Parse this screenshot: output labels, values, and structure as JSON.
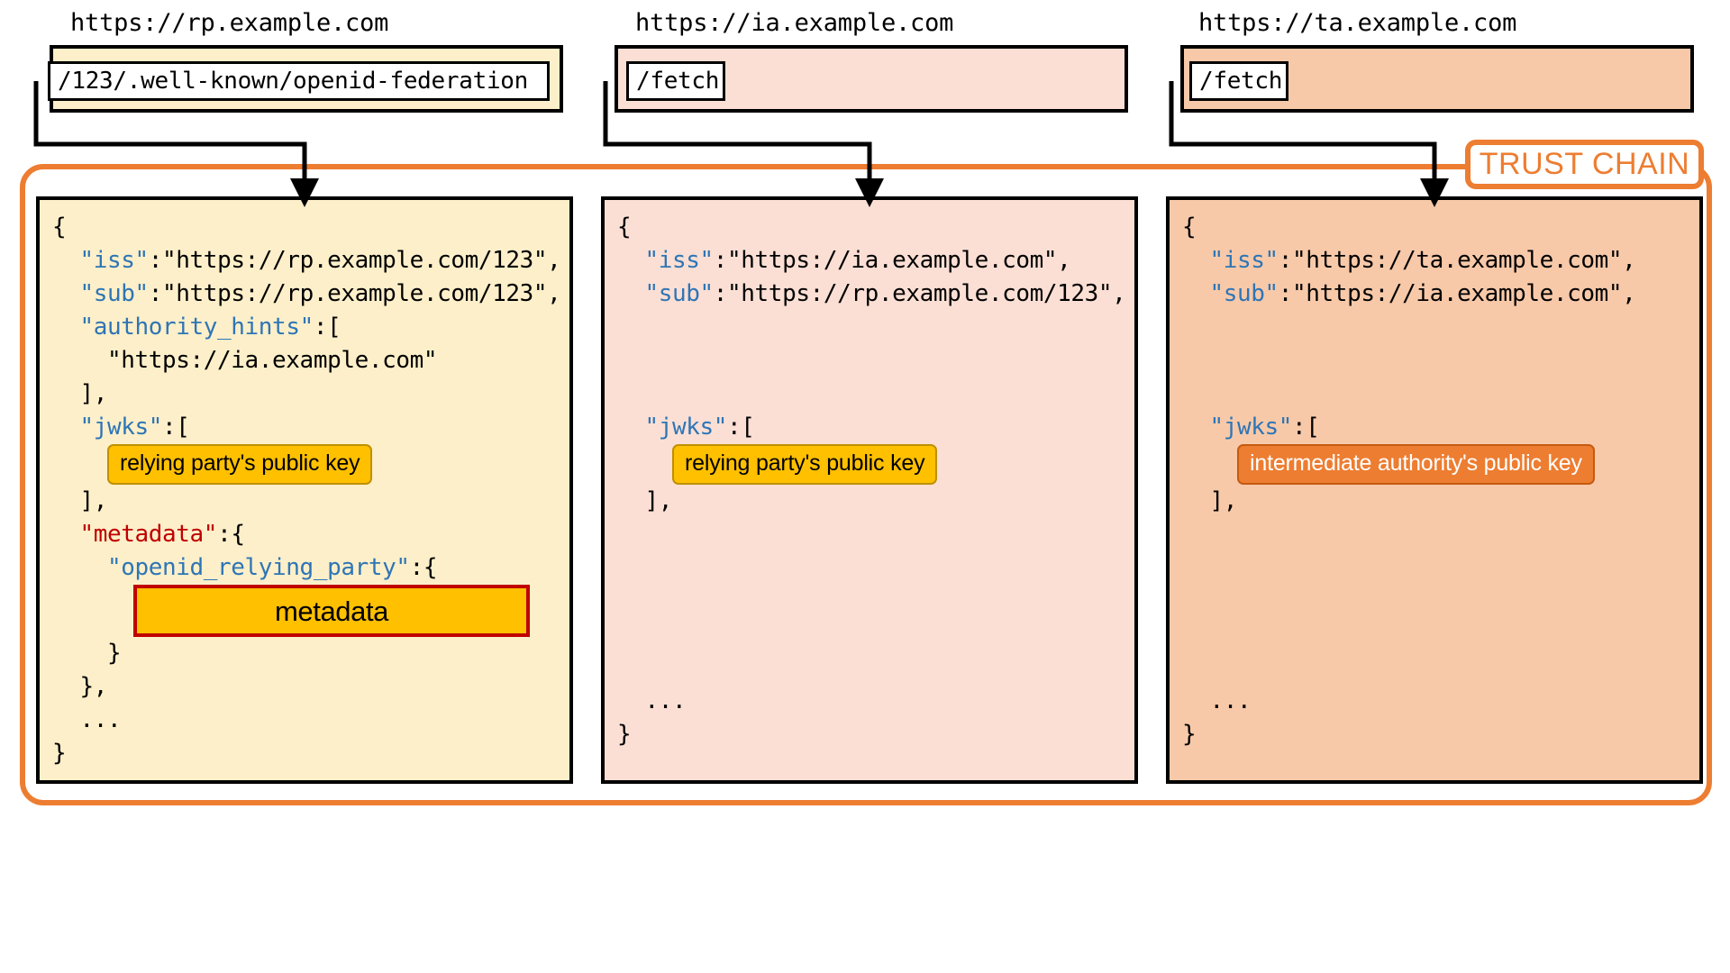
{
  "diagram": {
    "title_tag": "TRUST CHAIN",
    "colors": {
      "trust_chain_accent": "#ED7D31",
      "json_key_blue": "#2E75B6",
      "json_key_red": "#C00000",
      "box_yellow": "#FDEFC9",
      "box_pink": "#FBDFD4",
      "box_peach": "#F7C9A9",
      "pill_amber": "#FFC000",
      "pill_orange": "#ED7D31",
      "metadata_border": "#C00000"
    }
  },
  "columns": [
    {
      "domain": "https://rp.example.com",
      "endpoint": "/123/.well-known/openid-federation",
      "statement_lines": [
        {
          "type": "plain",
          "text": "{"
        },
        {
          "type": "kv",
          "indent": 1,
          "key": "\"iss\"",
          "key_color": "blue",
          "value": ":\"https://rp.example.com/123\","
        },
        {
          "type": "kv",
          "indent": 1,
          "key": "\"sub\"",
          "key_color": "blue",
          "value": ":\"https://rp.example.com/123\","
        },
        {
          "type": "kv",
          "indent": 1,
          "key": "\"authority_hints\"",
          "key_color": "blue",
          "value": ":["
        },
        {
          "type": "plain",
          "indent": 2,
          "text": "\"https://ia.example.com\""
        },
        {
          "type": "plain",
          "indent": 1,
          "text": "],"
        },
        {
          "type": "kv",
          "indent": 1,
          "key": "\"jwks\"",
          "key_color": "blue",
          "value": ":["
        },
        {
          "type": "pill",
          "indent": 2,
          "style": "amber",
          "text": "relying party's public key"
        },
        {
          "type": "plain",
          "indent": 1,
          "text": "],"
        },
        {
          "type": "kv",
          "indent": 1,
          "key": "\"metadata\"",
          "key_color": "red",
          "value": ":{"
        },
        {
          "type": "kv",
          "indent": 2,
          "key": "\"openid_relying_party\"",
          "key_color": "blue",
          "value": ":{"
        },
        {
          "type": "metadata-block",
          "text": "metadata"
        },
        {
          "type": "plain",
          "indent": 2,
          "text": "}"
        },
        {
          "type": "plain",
          "indent": 1,
          "text": "},"
        },
        {
          "type": "plain",
          "indent": 1,
          "text": "..."
        },
        {
          "type": "plain",
          "indent": 0,
          "text": "}"
        }
      ]
    },
    {
      "domain": "https://ia.example.com",
      "endpoint": "/fetch",
      "statement_lines": [
        {
          "type": "plain",
          "text": "{"
        },
        {
          "type": "kv",
          "indent": 1,
          "key": "\"iss\"",
          "key_color": "blue",
          "value": ":\"https://ia.example.com\","
        },
        {
          "type": "kv",
          "indent": 1,
          "key": "\"sub\"",
          "key_color": "blue",
          "value": ":\"https://rp.example.com/123\","
        },
        {
          "type": "blank"
        },
        {
          "type": "blank"
        },
        {
          "type": "blank"
        },
        {
          "type": "kv",
          "indent": 1,
          "key": "\"jwks\"",
          "key_color": "blue",
          "value": ":["
        },
        {
          "type": "pill",
          "indent": 2,
          "style": "amber",
          "text": "relying party's public key"
        },
        {
          "type": "plain",
          "indent": 1,
          "text": "],"
        },
        {
          "type": "blank"
        },
        {
          "type": "blank"
        },
        {
          "type": "blank"
        },
        {
          "type": "blank"
        },
        {
          "type": "blank"
        },
        {
          "type": "plain",
          "indent": 1,
          "text": "..."
        },
        {
          "type": "plain",
          "indent": 0,
          "text": "}"
        }
      ]
    },
    {
      "domain": "https://ta.example.com",
      "endpoint": "/fetch",
      "statement_lines": [
        {
          "type": "plain",
          "text": "{"
        },
        {
          "type": "kv",
          "indent": 1,
          "key": "\"iss\"",
          "key_color": "blue",
          "value": ":\"https://ta.example.com\","
        },
        {
          "type": "kv",
          "indent": 1,
          "key": "\"sub\"",
          "key_color": "blue",
          "value": ":\"https://ia.example.com\","
        },
        {
          "type": "blank"
        },
        {
          "type": "blank"
        },
        {
          "type": "blank"
        },
        {
          "type": "kv",
          "indent": 1,
          "key": "\"jwks\"",
          "key_color": "blue",
          "value": ":["
        },
        {
          "type": "pill",
          "indent": 2,
          "style": "orange",
          "text": "intermediate authority's public key"
        },
        {
          "type": "plain",
          "indent": 1,
          "text": "],"
        },
        {
          "type": "blank"
        },
        {
          "type": "blank"
        },
        {
          "type": "blank"
        },
        {
          "type": "blank"
        },
        {
          "type": "blank"
        },
        {
          "type": "plain",
          "indent": 1,
          "text": "..."
        },
        {
          "type": "plain",
          "indent": 0,
          "text": "}"
        }
      ]
    }
  ]
}
